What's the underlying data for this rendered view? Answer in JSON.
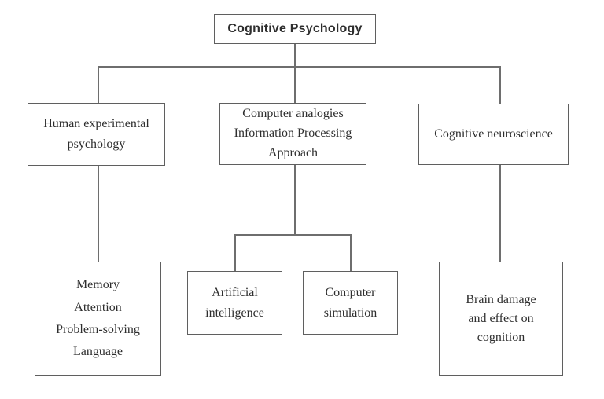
{
  "diagram": {
    "type": "hierarchy-tree",
    "title": "Cognitive Psychology",
    "colors": {
      "background": "#ffffff",
      "box_border": "#5f5f5f",
      "connector_line": "#6e6e6e",
      "text": "#2e2e2e"
    },
    "nodes": [
      {
        "id": "cognitive-psychology",
        "level": 1,
        "label": "Cognitive Psychology"
      },
      {
        "id": "human-experimental-psychology",
        "level": 2,
        "label": "Human experimental\npsychology"
      },
      {
        "id": "information-processing-approach",
        "level": 2,
        "label": "Computer analogies\nInformation Processing\nApproach"
      },
      {
        "id": "cognitive-neuroscience",
        "level": 2,
        "label": "Cognitive neuroscience"
      },
      {
        "id": "memory-attention-problem-solving-language",
        "level": 3,
        "label": "Memory\nAttention\nProblem-solving\nLanguage"
      },
      {
        "id": "artificial-intelligence",
        "level": 3,
        "label": "Artificial\nintelligence"
      },
      {
        "id": "computer-simulation",
        "level": 3,
        "label": "Computer\nsimulation"
      },
      {
        "id": "brain-damage-effect-cognition",
        "level": 3,
        "label": "Brain damage\nand effect on\ncognition"
      }
    ],
    "edges": [
      {
        "from": "cognitive-psychology",
        "to": "human-experimental-psychology"
      },
      {
        "from": "cognitive-psychology",
        "to": "information-processing-approach"
      },
      {
        "from": "cognitive-psychology",
        "to": "cognitive-neuroscience"
      },
      {
        "from": "human-experimental-psychology",
        "to": "memory-attention-problem-solving-language"
      },
      {
        "from": "information-processing-approach",
        "to": "artificial-intelligence"
      },
      {
        "from": "information-processing-approach",
        "to": "computer-simulation"
      },
      {
        "from": "cognitive-neuroscience",
        "to": "brain-damage-effect-cognition"
      }
    ]
  }
}
